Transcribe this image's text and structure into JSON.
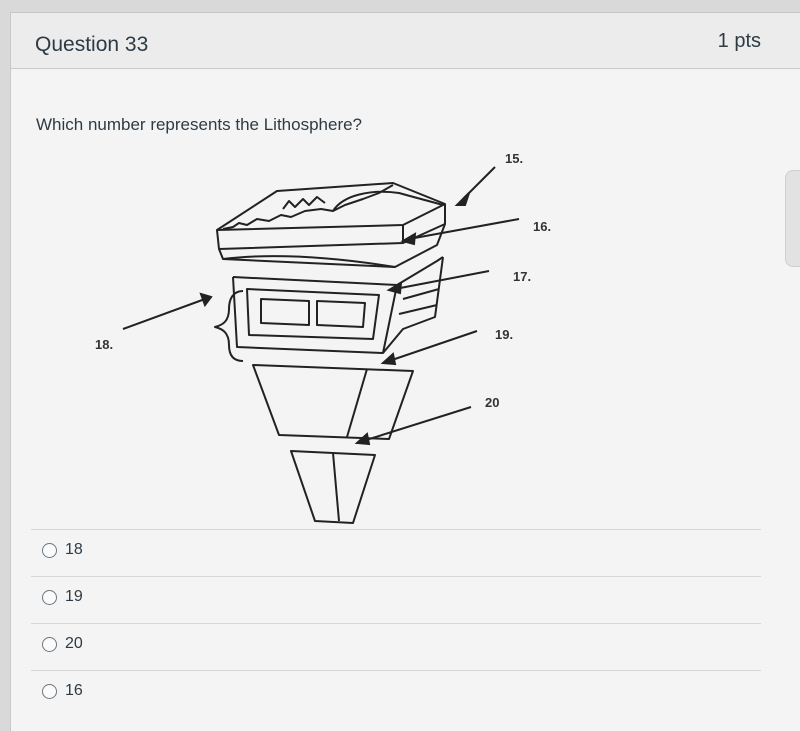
{
  "question": {
    "title": "Question 33",
    "points": "1 pts",
    "prompt": "Which number represents the Lithosphere?"
  },
  "diagram": {
    "labels": [
      "15.",
      "16.",
      "17.",
      "18.",
      "19.",
      "20"
    ]
  },
  "answers": [
    {
      "label": "18"
    },
    {
      "label": "19"
    },
    {
      "label": "20"
    },
    {
      "label": "16"
    }
  ]
}
